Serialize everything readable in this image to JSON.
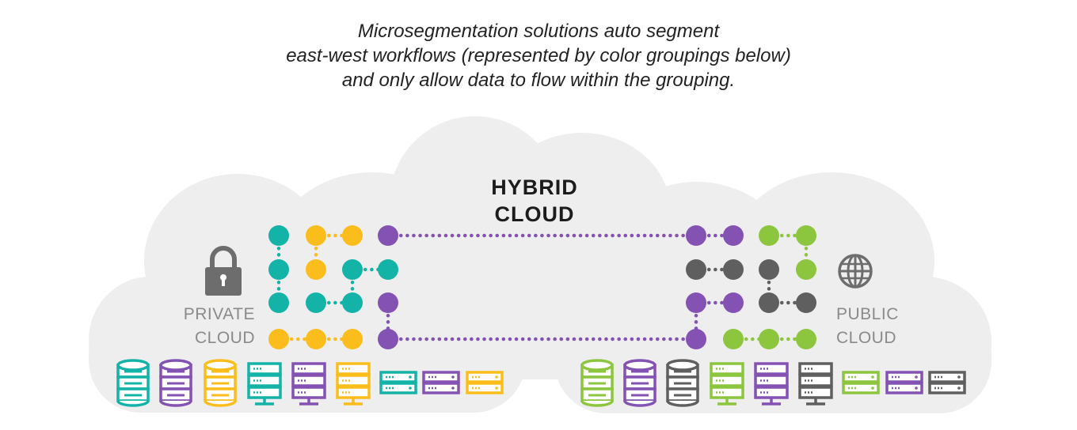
{
  "caption": {
    "line1": "Microsegmentation solutions auto segment",
    "line2": "east-west workflows (represented by color groupings below)",
    "line3": "and only allow data to flow within the grouping."
  },
  "hybrid_cloud": {
    "line1": "HYBRID",
    "line2": "CLOUD"
  },
  "private_cloud": {
    "line1": "PRIVATE",
    "line2": "CLOUD"
  },
  "public_cloud": {
    "line1": "PUBLIC",
    "line2": "CLOUD"
  },
  "colors": {
    "teal": "#14b3a8",
    "yellow": "#fbbd1b",
    "purple": "#8352b3",
    "gray": "#5f5f5f",
    "green": "#8cc63f",
    "cloud": "#eeeeee",
    "icon": "#6d6d6d"
  },
  "icons": {
    "private": "lock-icon",
    "public": "globe-icon"
  },
  "private_storage": [
    {
      "kind": "database",
      "color": "teal"
    },
    {
      "kind": "database",
      "color": "purple"
    },
    {
      "kind": "database",
      "color": "yellow"
    },
    {
      "kind": "server-tower",
      "color": "teal"
    },
    {
      "kind": "server-tower",
      "color": "purple"
    },
    {
      "kind": "server-tower",
      "color": "yellow"
    },
    {
      "kind": "server-rack",
      "color": "teal"
    },
    {
      "kind": "server-rack",
      "color": "purple"
    },
    {
      "kind": "server-rack",
      "color": "yellow"
    }
  ],
  "public_storage": [
    {
      "kind": "database",
      "color": "green"
    },
    {
      "kind": "database",
      "color": "purple"
    },
    {
      "kind": "database",
      "color": "gray"
    },
    {
      "kind": "server-tower",
      "color": "green"
    },
    {
      "kind": "server-tower",
      "color": "purple"
    },
    {
      "kind": "server-tower",
      "color": "gray"
    },
    {
      "kind": "server-rack",
      "color": "green"
    },
    {
      "kind": "server-rack",
      "color": "purple"
    },
    {
      "kind": "server-rack",
      "color": "gray"
    }
  ],
  "private_nodes": [
    [
      "teal",
      "yellow",
      "yellow",
      "purple"
    ],
    [
      "teal",
      "yellow",
      "teal",
      "teal"
    ],
    [
      "teal",
      "teal",
      "teal",
      "purple"
    ],
    [
      "yellow",
      "yellow",
      "yellow",
      "purple"
    ]
  ],
  "public_nodes": [
    [
      "purple",
      "purple",
      "green",
      "green"
    ],
    [
      "gray",
      "gray",
      "gray",
      "green"
    ],
    [
      "purple",
      "purple",
      "gray",
      "gray"
    ],
    [
      "purple",
      "green",
      "green",
      "green"
    ]
  ],
  "private_links": [
    {
      "from": [
        0,
        1
      ],
      "to": [
        0,
        2
      ],
      "color": "yellow"
    },
    {
      "from": [
        0,
        0
      ],
      "to": [
        1,
        0
      ],
      "color": "teal"
    },
    {
      "from": [
        1,
        0
      ],
      "to": [
        2,
        0
      ],
      "color": "teal"
    },
    {
      "from": [
        0,
        1
      ],
      "to": [
        1,
        1
      ],
      "color": "yellow"
    },
    {
      "from": [
        1,
        2
      ],
      "to": [
        1,
        3
      ],
      "color": "teal"
    },
    {
      "from": [
        1,
        2
      ],
      "to": [
        2,
        2
      ],
      "color": "teal"
    },
    {
      "from": [
        2,
        1
      ],
      "to": [
        2,
        2
      ],
      "color": "teal"
    },
    {
      "from": [
        3,
        0
      ],
      "to": [
        3,
        1
      ],
      "color": "yellow"
    },
    {
      "from": [
        3,
        1
      ],
      "to": [
        3,
        2
      ],
      "color": "yellow"
    },
    {
      "from": [
        2,
        3
      ],
      "to": [
        3,
        3
      ],
      "color": "purple"
    }
  ],
  "public_links": [
    {
      "from": [
        0,
        0
      ],
      "to": [
        0,
        1
      ],
      "color": "purple"
    },
    {
      "from": [
        0,
        2
      ],
      "to": [
        0,
        3
      ],
      "color": "green"
    },
    {
      "from": [
        0,
        3
      ],
      "to": [
        1,
        3
      ],
      "color": "green"
    },
    {
      "from": [
        1,
        0
      ],
      "to": [
        1,
        1
      ],
      "color": "gray"
    },
    {
      "from": [
        1,
        2
      ],
      "to": [
        2,
        2
      ],
      "color": "gray"
    },
    {
      "from": [
        2,
        2
      ],
      "to": [
        2,
        3
      ],
      "color": "gray"
    },
    {
      "from": [
        2,
        0
      ],
      "to": [
        2,
        1
      ],
      "color": "purple"
    },
    {
      "from": [
        2,
        0
      ],
      "to": [
        3,
        0
      ],
      "color": "purple"
    },
    {
      "from": [
        3,
        1
      ],
      "to": [
        3,
        2
      ],
      "color": "green"
    },
    {
      "from": [
        3,
        2
      ],
      "to": [
        3,
        3
      ],
      "color": "green"
    }
  ],
  "cross_links": [
    {
      "from": "private:0:3",
      "to": "public:0:0",
      "color": "purple"
    },
    {
      "from": "private:3:3",
      "to": "public:3:0",
      "color": "purple"
    }
  ]
}
